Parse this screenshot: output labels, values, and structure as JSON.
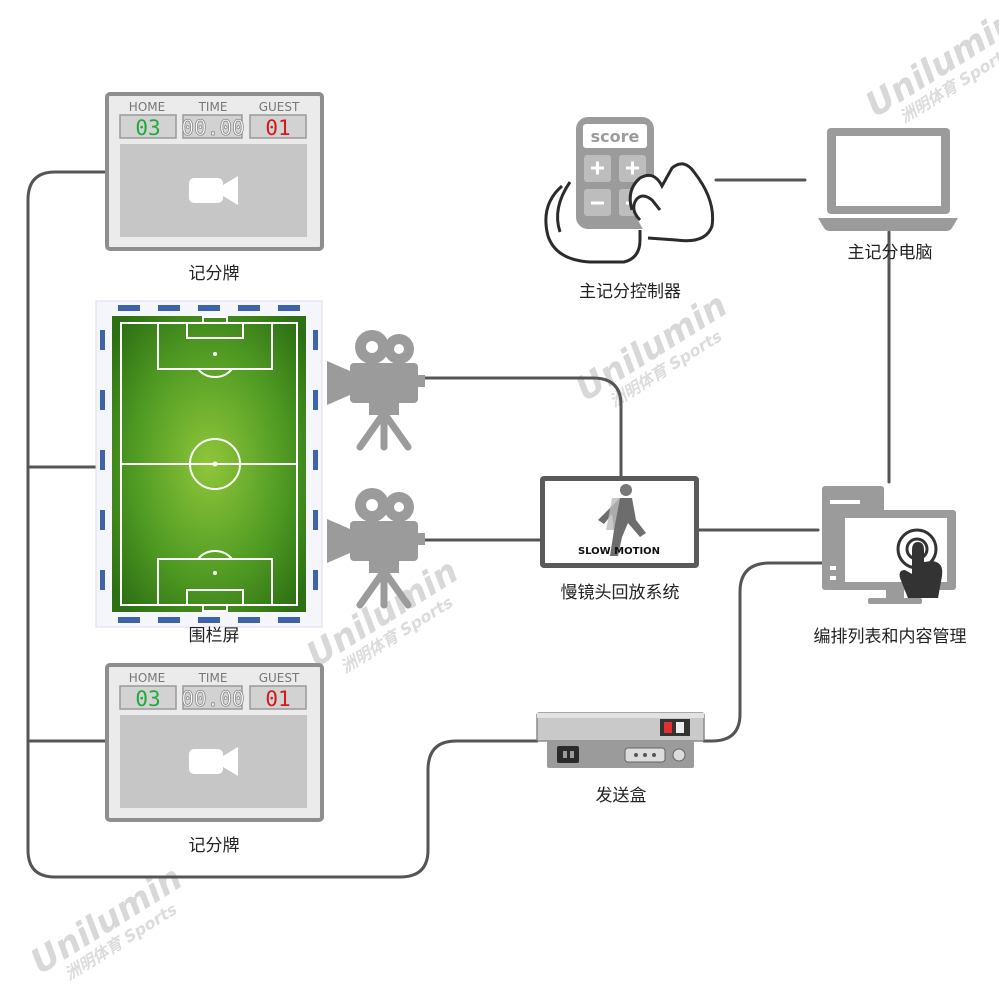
{
  "scoreboard": {
    "home_label": "HOME",
    "time_label": "TIME",
    "guest_label": "GUEST",
    "home_score": "03",
    "time_value": "00.00",
    "guest_score": "01"
  },
  "labels": {
    "scoreboard_top": "记分牌",
    "scoreboard_bottom": "记分牌",
    "perimeter_screen": "围栏屏",
    "controller": "主记分控制器",
    "main_computer": "主记分电脑",
    "slow_motion_system": "慢镜头回放系统",
    "playlist_manager": "编排列表和内容管理",
    "sender_box": "发送盒"
  },
  "controller_screen": "score",
  "monitor_caption": "SLOW MOTION",
  "watermark": {
    "brand": "Unilumin",
    "sub": "洲明体育 Sports"
  },
  "colors": {
    "home_digit": "#1faa3c",
    "guest_digit": "#d11a1a",
    "device_gray": "#9b9b9b",
    "wire": "#555555"
  }
}
